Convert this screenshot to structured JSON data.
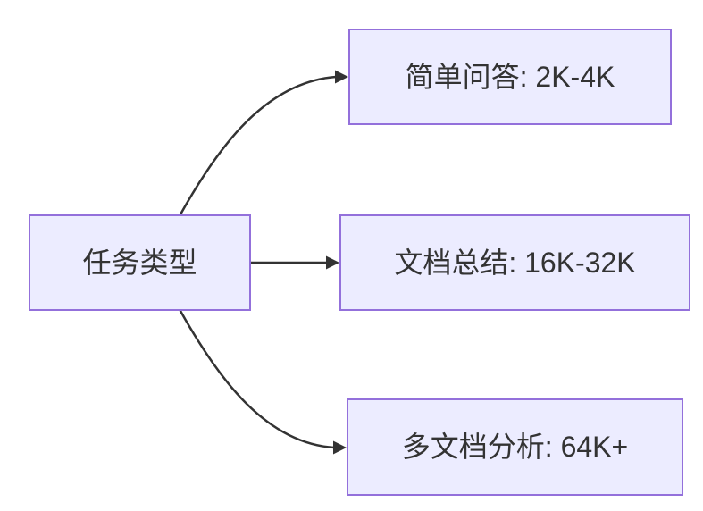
{
  "diagram": {
    "type": "flowchart",
    "direction": "left-to-right",
    "colors": {
      "background": "#ffffff",
      "node_fill": "#ececff",
      "node_border": "#9370db",
      "edge_color": "#333333",
      "text_color": "#333333"
    },
    "nodes": [
      {
        "id": "task-type",
        "label": "任务类型",
        "role": "source"
      },
      {
        "id": "simple-qa",
        "label": "简单问答: 2K-4K"
      },
      {
        "id": "doc-summary",
        "label": "文档总结: 16K-32K"
      },
      {
        "id": "multi-doc-analysis",
        "label": "多文档分析: 64K+"
      }
    ],
    "edges": [
      {
        "from": "task-type",
        "to": "simple-qa",
        "shape": "curved",
        "arrowhead": "triangle"
      },
      {
        "from": "task-type",
        "to": "doc-summary",
        "shape": "straight",
        "arrowhead": "triangle"
      },
      {
        "from": "task-type",
        "to": "multi-doc-analysis",
        "shape": "curved",
        "arrowhead": "triangle"
      }
    ]
  }
}
